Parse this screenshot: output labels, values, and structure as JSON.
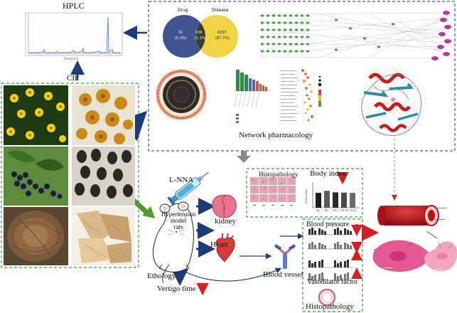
{
  "labels": {
    "hplc": "HPLC",
    "cif": "CIF",
    "network_pharmacology": "Network pharmacology",
    "lnna": "L-NNA",
    "hypertension_model": [
      "Hypertension",
      "model",
      "rats"
    ],
    "kidney": "kidney",
    "heart": "Heart",
    "blood_vessel": "Blood vessel",
    "ethology": "Ethology",
    "vertigo_time": "Vertigo time",
    "histopathology_top": "Histopathology",
    "body_index": "Body index",
    "blood_pressure": "Blood pressure",
    "vasodilator_factor": "Vasodilator factor",
    "histopathology_bottom": "Histopathology"
  },
  "venn": {
    "left_label": "Drug",
    "right_label": "Disease",
    "left_count": "31",
    "left_pct": "(0.3%)",
    "overlap_count": "106",
    "overlap_pct": "(1.1%)",
    "right_count": "8257",
    "right_pct": "(87.7%)"
  },
  "body_index_chart": {
    "type": "bar",
    "categories": [
      "NC",
      "MC",
      "CIF-L",
      "CIF-M",
      "CIF-H"
    ],
    "values": [
      0.58,
      0.66,
      0.6,
      0.59,
      0.58
    ],
    "ylim": [
      0,
      1.0
    ]
  },
  "colors": {
    "green_dashed": "#3c9a3c",
    "navy_dashed": "#1f2f6b",
    "navy_arrow": "#1f3a7a",
    "green_arrow": "#4f9a2a",
    "red_arrow": "#d42020",
    "vessel": "#b5121b"
  }
}
